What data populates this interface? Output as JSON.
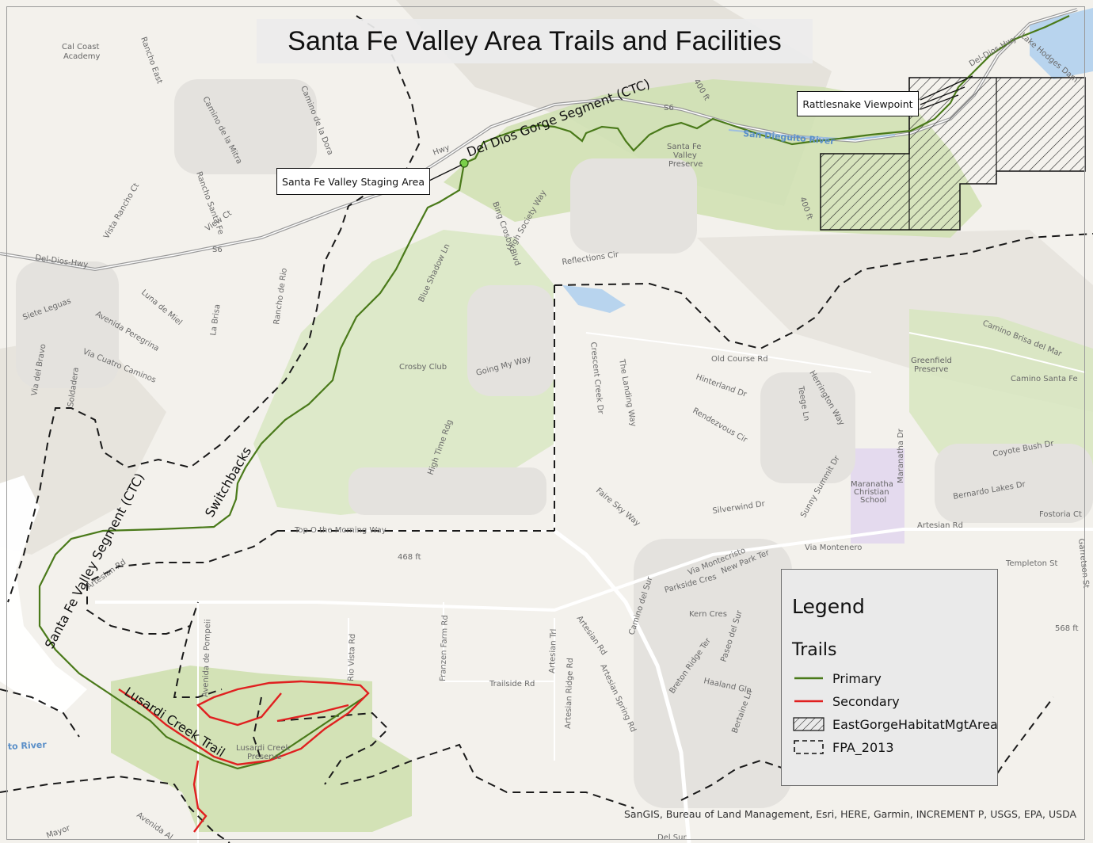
{
  "title": "Santa Fe Valley Area Trails and Facilities",
  "callouts": {
    "rattlesnake": "Rattlesnake Viewpoint",
    "staging": "Santa Fe Valley Staging Area"
  },
  "trail_labels": {
    "del_dios": "Del Dios Gorge Segment (CTC)",
    "santa_fe": "Santa Fe Valley Segment (CTC)",
    "lusardi": "Lusardi Creek Trail",
    "switchbacks": "Switchbacks"
  },
  "legend": {
    "title": "Legend",
    "group": "Trails",
    "items": [
      {
        "label": "Primary",
        "color": "#4a7a1a"
      },
      {
        "label": "Secondary",
        "color": "#e02020"
      },
      {
        "label": "EastGorgeHabitatMgtArea"
      },
      {
        "label": "FPA_2013"
      }
    ]
  },
  "attribution": "SanGIS, Bureau of Land Management, Esri, HERE, Garmin, INCREMENT P, USGS, EPA, USDA",
  "map_labels": {
    "cal_coast": "Cal Coast",
    "academy": "Academy",
    "rancho_east": "Rancho East",
    "camino_mitra": "Camino de la Mitra",
    "camino_dora": "Camino de la Dora",
    "rancho_santa_fe": "Rancho Santa Fe",
    "view_ct": "View Ct",
    "vista_rancho": "Vista Rancho Ct",
    "del_dios_hwy_w": "Del-Dios-Hwy",
    "del_dios_hwy_e": "Del-Dios-Hwy",
    "hwy": "Hwy",
    "luna_de_miel": "Luna de Miel",
    "siete_leguas": "Siete Leguas",
    "avenida_peregrina": "Avenida Peregrina",
    "via_cuatro": "Via Cuatro Caminos",
    "via_del_bravo": "Via del Bravo",
    "soldadera": "Soldadera",
    "la_brisa": "La Brisa",
    "rancho_de_rio": "Rancho de Rio",
    "s6_a": "S6",
    "s6_b": "S6",
    "bing_crosby": "Bing Crosby Blvd",
    "high_society": "High Society Way",
    "reflections": "Reflections Cir",
    "blue_shadow": "Blue Shadow Ln",
    "crosby_club": "Crosby Club",
    "going_my_way": "Going My Way",
    "high_time": "High Time Rdg",
    "top_morning": "Top O the Morning Way",
    "crescent_creek": "Crescent Creek Dr",
    "landing_way": "The Landing Way",
    "old_course": "Old Course Rd",
    "hinterland": "Hinterland Dr",
    "rendezvous": "Rendezvous Cir",
    "teege": "Teege Ln",
    "herrington": "Herrington Way",
    "fairesky": "Faire Sky Way",
    "silverwind": "Silverwind Dr",
    "sunny_summit": "Sunny Summit Dr",
    "maranatha_1": "Maranatha",
    "maranatha_2": "Christian",
    "maranatha_3": "School",
    "maranatha_dr": "Maranatha Dr",
    "artesian_rd_e": "Artesian Rd",
    "artesian_rd_w": "Artesian Rd",
    "via_montenero": "Via Montenero",
    "via_montecristo": "Via Montecristo",
    "new_park": "New Park Ter",
    "parkside": "Parkside Cres",
    "kern": "Kern Cres",
    "camino_del_sur": "Camino del Sur",
    "paseo_del_sur": "Paseo del Sur",
    "breton": "Breton Ridge Ter",
    "haaland": "Haaland Gln",
    "bertaine": "Bertaine Ln",
    "greenfield_1": "Greenfield",
    "greenfield_2": "Preserve",
    "camino_santa_fe": "Camino Santa Fe",
    "camino_brisa": "Camino Brisa del Mar",
    "coyote": "Coyote Bush Dr",
    "bernardo_lakes": "Bernardo Lakes Dr",
    "fostoria": "Fostoria Ct",
    "templeton": "Templeton St",
    "garretson": "Garretson St",
    "lake_hodges": "Lake Hodges Dam",
    "sf_preserve_1": "Santa Fe",
    "sf_preserve_2": "Valley",
    "sf_preserve_3": "Preserve",
    "san_dieguito": "San Dieguito River",
    "river_w": "to River",
    "elev_468": "468 ft",
    "elev_568": "568 ft",
    "elev_400a": "400 ft",
    "elev_400b": "400 ft",
    "avenida_pompeii": "Avenida de Pompeii",
    "rio_vista": "Rio Vista Rd",
    "franzen": "Franzen Farm Rd",
    "artesian_trl": "Artesian Trl",
    "artesian_rd_mid": "Artesian Rd",
    "artesian_ridge": "Artesian Ridge Rd",
    "artesian_spring": "Artesian Spring Rd",
    "trailside": "Trailside Rd",
    "lusardi_pres_1": "Lusardi Creek",
    "lusardi_pres_2": "Preserve",
    "avenida_sw": "Avenida Al",
    "mayor": "Mayor",
    "del_sur": "Del Sur"
  }
}
